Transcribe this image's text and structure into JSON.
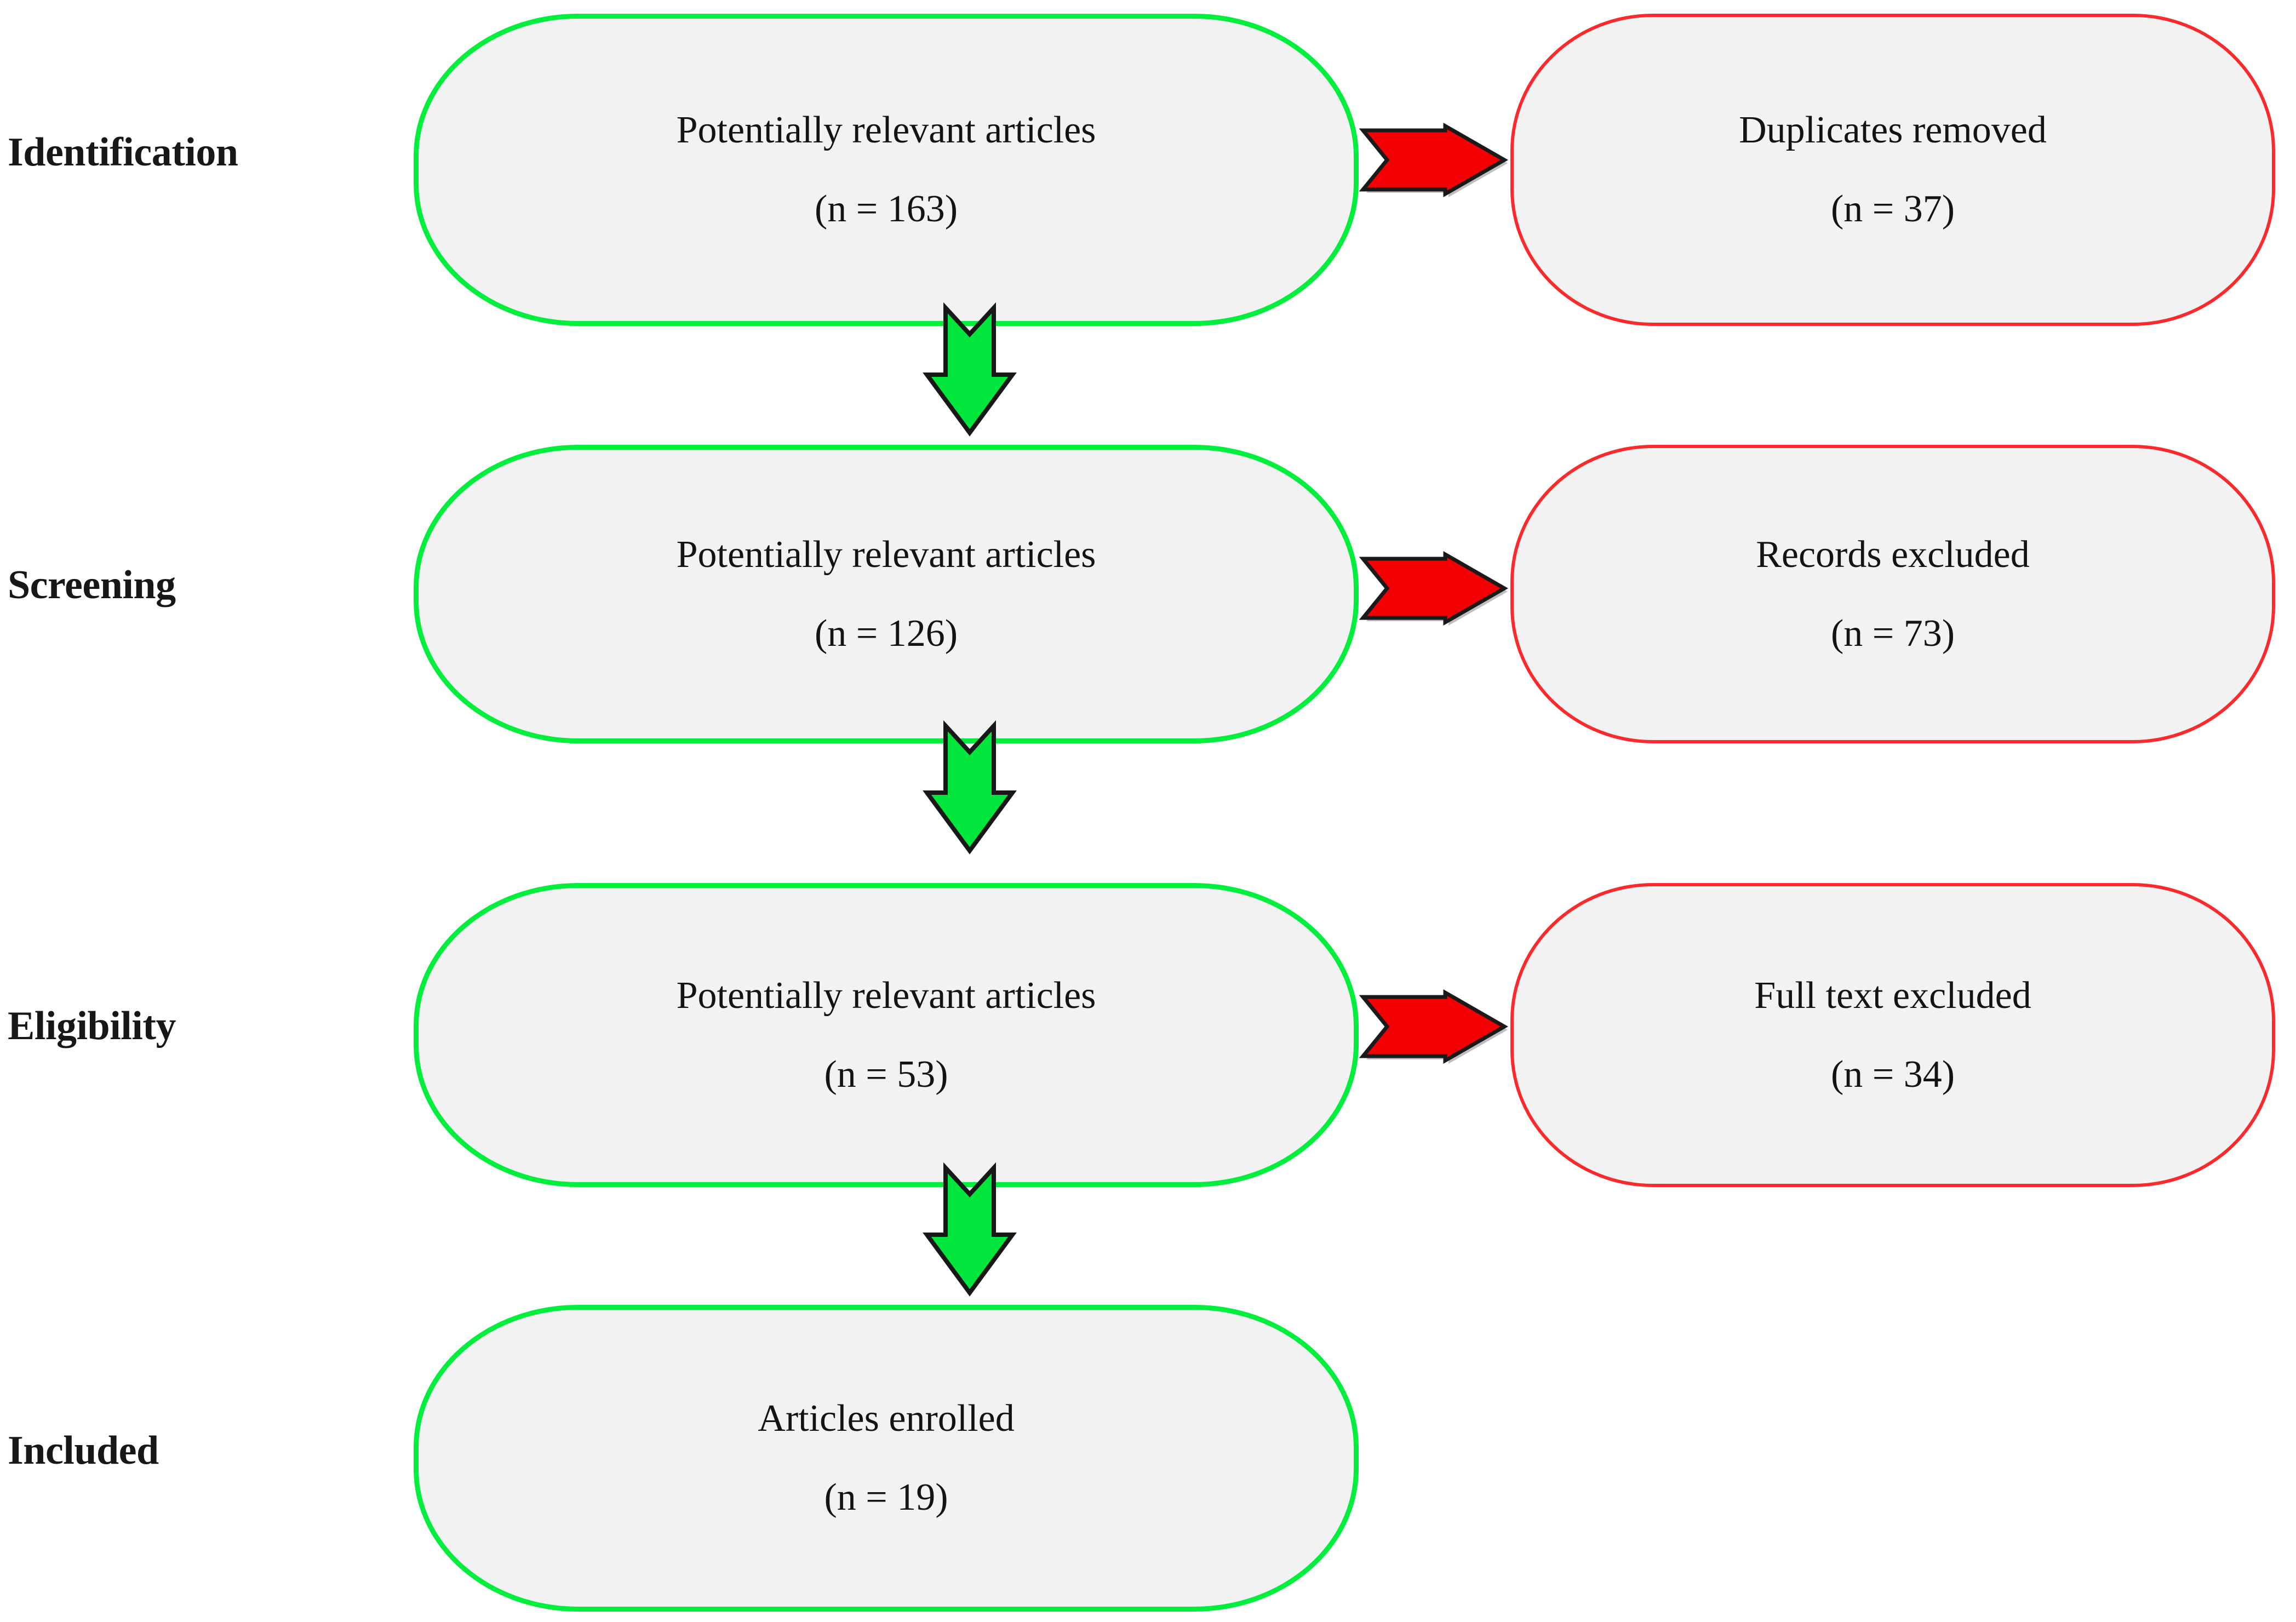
{
  "diagram": {
    "type": "prisma-flow-diagram",
    "title": "",
    "colors": {
      "green_border": "#00EE3C",
      "red_border": "#FB2A2D",
      "box_fill": "#F2F2F2",
      "arrow_green_fill": "#00E63C",
      "arrow_red_fill": "#F40004",
      "arrow_outline": "#1A1A1A",
      "text": "#15120F",
      "background": "#FFFFFF"
    }
  },
  "stages": [
    {
      "id": "identification",
      "label": "Identification"
    },
    {
      "id": "screening",
      "label": "Screening"
    },
    {
      "id": "eligibility",
      "label": "Eligibility"
    },
    {
      "id": "included",
      "label": "Included"
    }
  ],
  "flow_nodes": [
    {
      "id": "identification-main",
      "kind": "include",
      "stage": "Identification",
      "primary": "Potentially relevant articles",
      "count": "(n = 163)",
      "n": 163
    },
    {
      "id": "identification-excluded",
      "kind": "exclude",
      "stage": "Identification",
      "primary": "Duplicates removed",
      "count": "(n = 37)",
      "n": 37
    },
    {
      "id": "screening-main",
      "kind": "include",
      "stage": "Screening",
      "primary": "Potentially relevant articles",
      "count": "(n = 126)",
      "n": 126
    },
    {
      "id": "screening-excluded",
      "kind": "exclude",
      "stage": "Screening",
      "primary": "Records excluded",
      "count": "(n = 73)",
      "n": 73
    },
    {
      "id": "eligibility-main",
      "kind": "include",
      "stage": "Eligibility",
      "primary": "Potentially relevant articles",
      "count": "(n = 53)",
      "n": 53
    },
    {
      "id": "eligibility-excluded",
      "kind": "exclude",
      "stage": "Eligibility",
      "primary": "Full text excluded",
      "count": "(n = 34)",
      "n": 34
    },
    {
      "id": "included-main",
      "kind": "include",
      "stage": "Included",
      "primary": "Articles enrolled",
      "count": "(n = 19)",
      "n": 19
    }
  ],
  "connectors": [
    {
      "id": "down-1",
      "icon": "arrow-down-icon",
      "direction": "down",
      "from": "identification-main",
      "to": "screening-main"
    },
    {
      "id": "down-2",
      "icon": "arrow-down-icon",
      "direction": "down",
      "from": "screening-main",
      "to": "eligibility-main"
    },
    {
      "id": "down-3",
      "icon": "arrow-down-icon",
      "direction": "down",
      "from": "eligibility-main",
      "to": "included-main"
    },
    {
      "id": "right-1",
      "icon": "arrow-right-icon",
      "direction": "right",
      "from": "identification-main",
      "to": "identification-excluded"
    },
    {
      "id": "right-2",
      "icon": "arrow-right-icon",
      "direction": "right",
      "from": "screening-main",
      "to": "screening-excluded"
    },
    {
      "id": "right-3",
      "icon": "arrow-right-icon",
      "direction": "right",
      "from": "eligibility-main",
      "to": "eligibility-excluded"
    }
  ]
}
